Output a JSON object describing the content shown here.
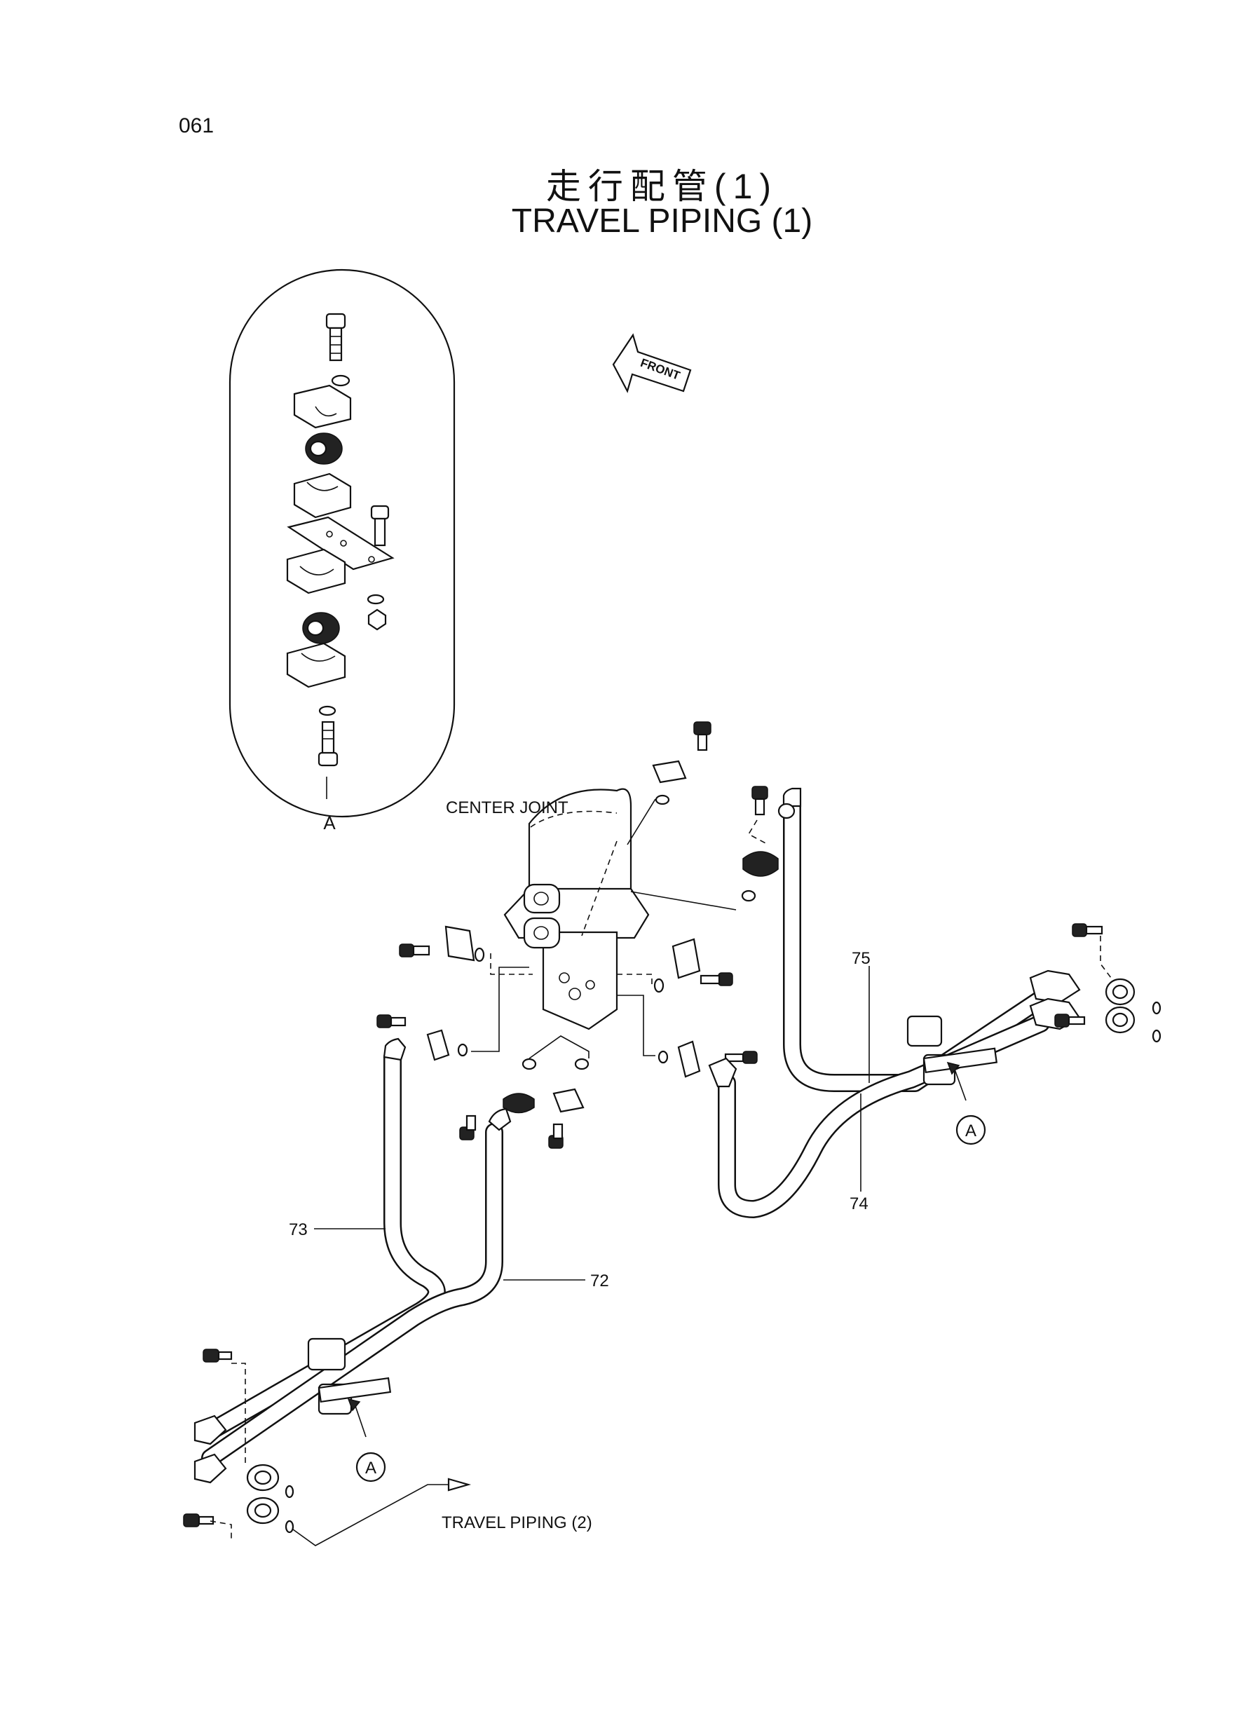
{
  "page": {
    "number": "061"
  },
  "title": {
    "japanese": "走行配管(1)",
    "english": "TRAVEL PIPING (1)"
  },
  "labels": {
    "detail_view": "A",
    "front_arrow": "FRONT",
    "center_joint": "CENTER JOINT",
    "continue_ref": "TRAVEL PIPING (2)",
    "callout_left": "A",
    "callout_right": "A"
  },
  "part_numbers": {
    "p72": "72",
    "p73": "73",
    "p74": "74",
    "p75": "75"
  }
}
